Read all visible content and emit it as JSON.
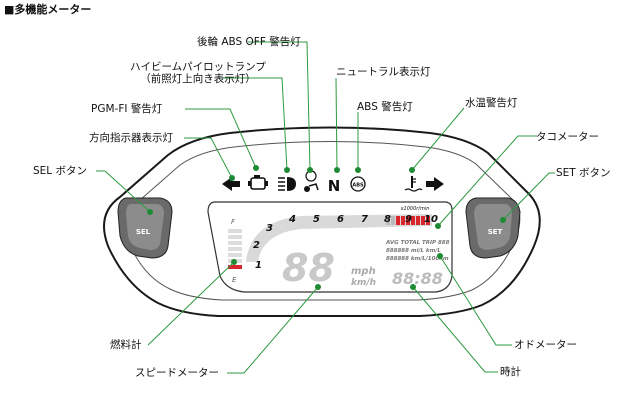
{
  "title": "■多機能メーター",
  "labels": {
    "rear_abs_off": "後輪 ABS OFF 警告灯",
    "high_beam_1": "ハイビームパイロットランプ",
    "high_beam_2": "（前照灯上向き表示灯）",
    "neutral": "ニュートラル表示灯",
    "pgm_fi": "PGM-FI 警告灯",
    "abs": "ABS 警告灯",
    "water_temp": "水温警告灯",
    "turn_signal": "方向指示器表示灯",
    "tachometer": "タコメーター",
    "sel_button": "SEL ボタン",
    "set_button": "SET ボタン",
    "fuel_gauge": "燃料計",
    "odometer": "オドメーター",
    "speedometer": "スピードメーター",
    "clock": "時計"
  },
  "panel": {
    "sel": "SEL",
    "set": "SET",
    "neutral_letter": "N",
    "abs_icon_text": "(ABS)",
    "rpm_unit": "x1000r/min",
    "rpm_ticks": [
      "1",
      "2",
      "3",
      "4",
      "5",
      "6",
      "7",
      "8",
      "9",
      "10"
    ],
    "speed_digits": "88",
    "speed_unit_mph": "mph",
    "speed_unit_kmh": "km/h",
    "clock_digits": "88:88",
    "fuel_top": "F",
    "fuel_bottom": "E",
    "odo_line1": "AVG TOTAL TRIP 888",
    "odo_line2": "888888 mi/L km/L",
    "odo_line3": "888888 km/L/100km"
  },
  "colors": {
    "leader": "#2e9a3f",
    "dot": "#1f8a34",
    "redzone": "#d8262c"
  }
}
